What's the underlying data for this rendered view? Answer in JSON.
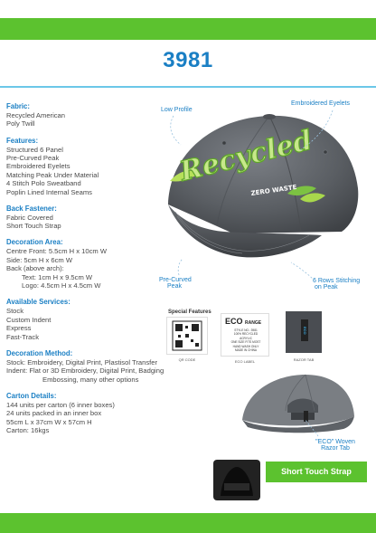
{
  "header": {
    "product_code": "3981"
  },
  "specs": {
    "fabric": {
      "heading": "Fabric:",
      "lines": [
        "Recycled American",
        "Poly Twill"
      ]
    },
    "features": {
      "heading": "Features:",
      "lines": [
        "Structured 6 Panel",
        "Pre-Curved Peak",
        "Embroidered Eyelets",
        "Matching Peak Under Material",
        "4 Stitch Polo Sweatband",
        "Poplin Lined Internal Seams"
      ]
    },
    "back_fastener": {
      "heading": "Back Fastener:",
      "lines": [
        "Fabric Covered",
        "Short Touch Strap"
      ]
    },
    "decoration_area": {
      "heading": "Decoration Area:",
      "lines": [
        "Centre Front: 5.5cm H x 10cm W",
        "Side: 5cm H x 6cm W",
        "Back (above arch):"
      ],
      "text_line": "Text: 1cm H x 9.5cm W",
      "logo_line": "Logo: 4.5cm H x 4.5cm W"
    },
    "available_services": {
      "heading": "Available Services:",
      "lines": [
        "Stock",
        "Custom Indent",
        "Express",
        "Fast-Track"
      ]
    },
    "decoration_method": {
      "heading": "Decoration Method:",
      "stock_line": "Stock: Embroidery, Digital Print, Plastisol Transfer",
      "indent_line": "Indent: Flat or 3D Embroidery, Digital Print, Badging",
      "embossing_line": "Embossing, many other options"
    },
    "carton_details": {
      "heading": "Carton Details:",
      "lines": [
        "144 units per carton (6 inner boxes)",
        "24 units packed in an inner box",
        "55cm L x 37cm W x 57cm H",
        "Carton: 16kgs"
      ]
    }
  },
  "callouts": {
    "low_profile": "Low Profile",
    "embroidered_eyelets": "Embroidered Eyelets",
    "pre_curved_peak_1": "Pre-Curved",
    "pre_curved_peak_2": "Peak",
    "six_rows_1": "6 Rows Stitching",
    "six_rows_2": "on Peak",
    "eco_woven_1": "\"ECO\" Woven",
    "eco_woven_2": "Razor Tab"
  },
  "hat_art": {
    "script_word": "Recycled",
    "sub_word": "ZERO WASTE",
    "eco_tab": "ECO"
  },
  "special_features": {
    "title": "Special Features",
    "qr_caption": "QR CODE",
    "eco_label_caption": "ECO LABEL",
    "razor_tab_caption": "RAZOR TAB",
    "eco_range_1": "ECO",
    "eco_range_2": "RANGE",
    "eco_label_lines": [
      "STYLE NO.: 3981",
      "100% RECYCLED ACRYLIC",
      "ONE SIZE FITS MOST",
      "HAND WASH ONLY",
      "MADE IN CHINA"
    ]
  },
  "short_touch_strap": "Short Touch Strap",
  "colors": {
    "brand_green": "#5cc22f",
    "brand_blue": "#1a7fc4",
    "cap_grey": "#5a5e63"
  }
}
